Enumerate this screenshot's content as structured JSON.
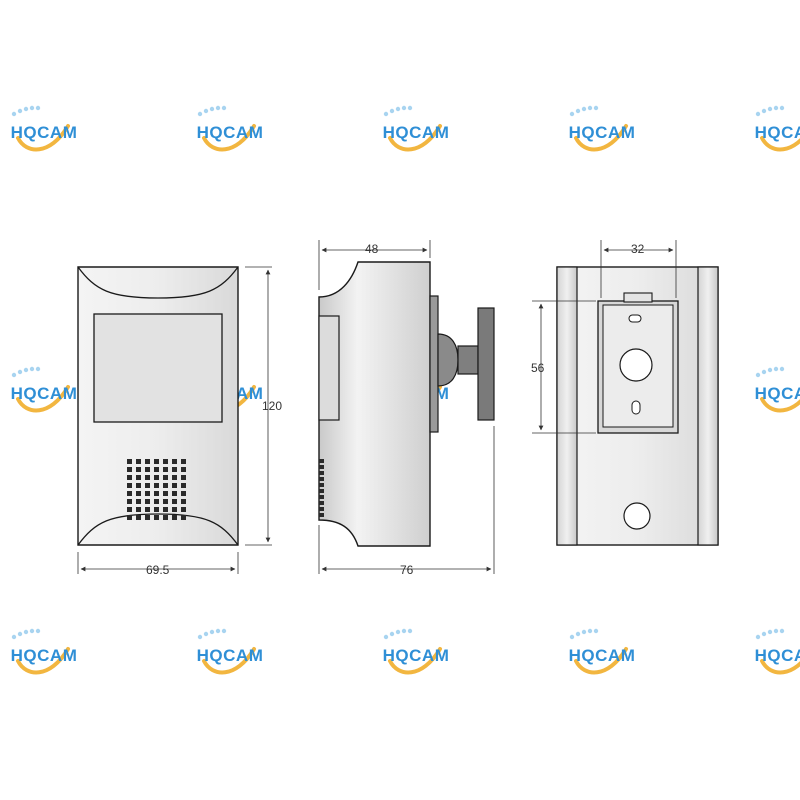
{
  "watermark": {
    "brand": "HQCAM",
    "colors": {
      "text": "#2f8fd6",
      "swoosh": "#f2b640",
      "dots": "#a8d4f0"
    }
  },
  "dimensions": {
    "front_width": "69.5",
    "front_height": "120",
    "side_depth_top": "48",
    "side_depth_total": "76",
    "back_bracket_width": "32",
    "back_bracket_height": "56"
  },
  "colors": {
    "body_fill": "#e8e8e8",
    "outline": "#1a1a1a",
    "window_fill": "#dedede",
    "mount_fill": "#7f7f7f",
    "dim_line": "#333333"
  }
}
